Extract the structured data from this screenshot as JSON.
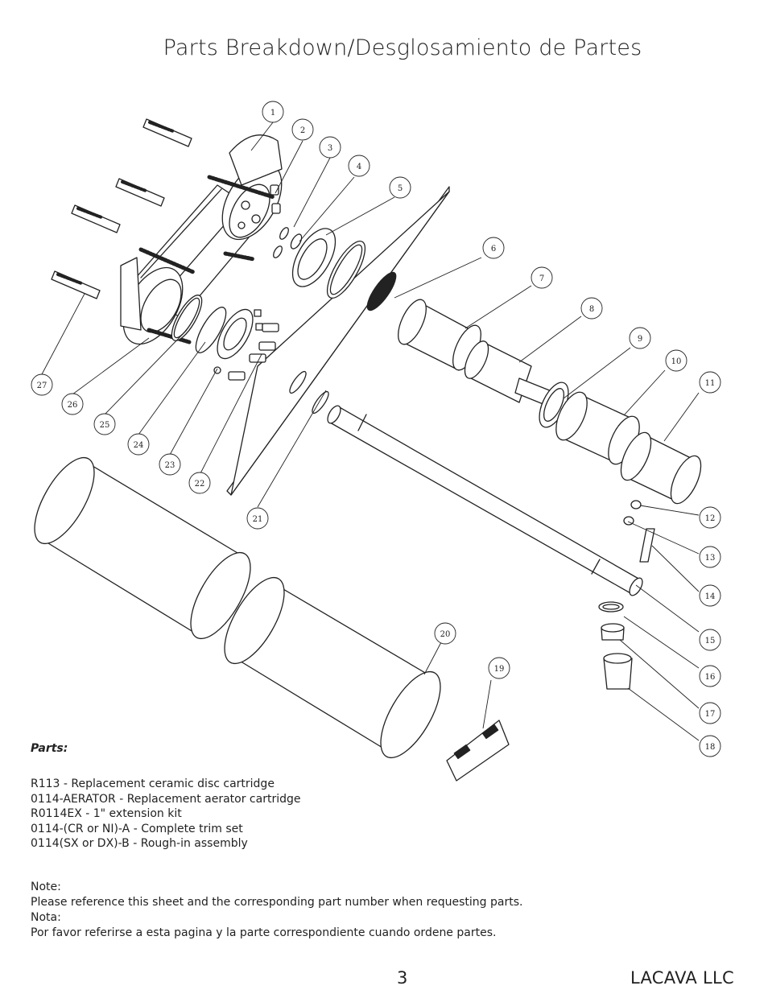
{
  "header": {
    "title": "Parts Breakdown/Desglosamiento de Partes"
  },
  "callouts": [
    "1",
    "2",
    "3",
    "4",
    "5",
    "6",
    "7",
    "8",
    "9",
    "10",
    "11",
    "12",
    "13",
    "14",
    "15",
    "16",
    "17",
    "18",
    "19",
    "20",
    "21",
    "22",
    "23",
    "24",
    "25",
    "26",
    "27"
  ],
  "parts": {
    "heading": "Parts:",
    "items": [
      "R113 - Replacement ceramic disc cartridge",
      "0114-AERATOR - Replacement aerator cartridge",
      "R0114EX - 1\" extension kit",
      "0114-(CR or NI)-A - Complete trim set",
      "0114(SX or DX)-B - Rough-in assembly"
    ]
  },
  "note": {
    "lines": [
      "Note:",
      "Please reference this sheet and the corresponding part number when requesting parts.",
      "Nota:",
      "Por favor referirse a esta pagina y la parte correspondiente cuando ordene partes."
    ]
  },
  "footer": {
    "page_number": "3",
    "company": "LACAVA LLC"
  }
}
